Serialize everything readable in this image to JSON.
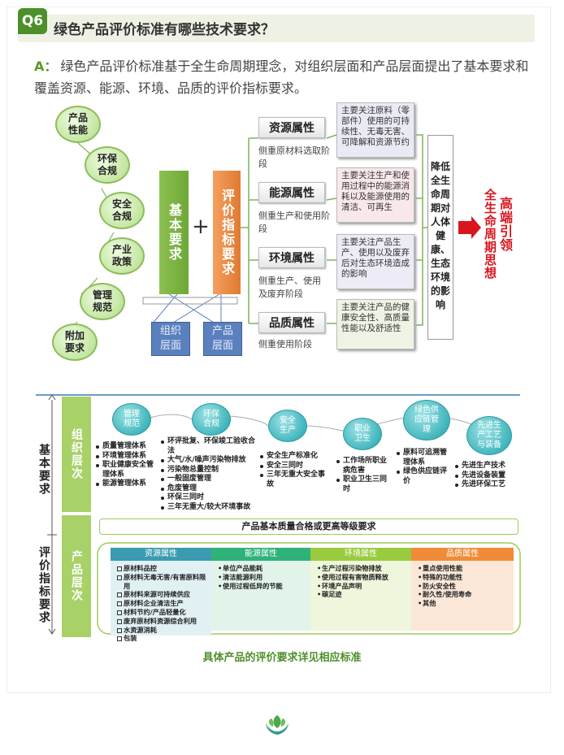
{
  "question": {
    "badge": "Q6",
    "title": "绿色产品评价标准有哪些技术要求？"
  },
  "answer": {
    "label": "A：",
    "text": "绿色产品评价标准基于全生命周期理念，对组织层面和产品层面提出了基本要求和覆盖资源、能源、环境、品质的评价指标要求。"
  },
  "diagram1": {
    "bubbles": [
      "产品\n性能",
      "环保\n合规",
      "安全\n合规",
      "产业\n政策",
      "管理\n规范",
      "附加\n要求"
    ],
    "basic_bar": "基本要求",
    "plus": "+",
    "eval_bar": "评价指标要求",
    "org": "组织\n层面",
    "prod": "产品\n层面",
    "attrs": [
      {
        "name": "资源属性",
        "sub": "侧重原材料选取阶段",
        "note": "主要关注原料（零部件）使用的可持续性、无毒无害、可降解和资源节约",
        "color": "#eaeaf4"
      },
      {
        "name": "能源属性",
        "sub": "侧重生产和使用阶段",
        "note": "主要关注生产和使用过程中的能源消耗以及能源使用的清洁、可再生",
        "color": "#f8e8ea"
      },
      {
        "name": "环境属性",
        "sub": "侧重生产、使用及废弃阶段",
        "note": "主要关注产品生产、使用以及废弃后对生态环境造成的影响",
        "color": "#ecebf6"
      },
      {
        "name": "品质属性",
        "sub": "侧重使用阶段",
        "note": "主要关注产品的健康安全性、高质量性能以及舒适性",
        "color": "#eef4e4"
      }
    ],
    "summary": "降低全生命周期对人体健康、生态环境的影响",
    "red1": "全生命周期思想",
    "red2": "高端引领"
  },
  "diagram2": {
    "left_top": "基本要求",
    "left_bottom": "评价指标要求",
    "strip_top": "组织层次",
    "strip_bottom": "产品层次",
    "cells": [
      "管理\n规范",
      "环保\n合规",
      "安全\n生产",
      "职业\n卫生",
      "绿色供\n应链管\n理",
      "先进生\n产工艺\n与装备"
    ],
    "lists": [
      [
        "质量管理体系",
        "环境管理体系",
        "职业健康安全管理体系",
        "能源管理体系"
      ],
      [
        "环评批复、环保竣工验收合法",
        "大气/水/噪声污染物排放",
        "污染物总量控制",
        "一般固废管理",
        "危废管理",
        "环保三同时",
        "三年无重大/较大环境事故"
      ],
      [
        "安全生产标准化",
        "安全三同时",
        "三年无重大安全事故"
      ],
      [
        "工作场所职业病危害",
        "职业卫生三同时"
      ],
      [
        "原料可追溯管理体系",
        "绿色供应链评价"
      ],
      [
        "先进生产技术",
        "先进设备装置",
        "先进环保工艺"
      ]
    ],
    "quality_bar": "产品基本质量合格或更高等级要求",
    "cols": [
      {
        "title": "资源属性",
        "items": [
          "原材料品控",
          "原材料无毒无害/有害原料限用",
          "原材料来源可持续供应",
          "原材料企业清洁生产",
          "材料节约/产品轻量化",
          "废弃原材料资源综合利用",
          "水资源消耗",
          "包装"
        ],
        "head": "#3b9bb0",
        "body": "#e1f0f3"
      },
      {
        "title": "能源属性",
        "items": [
          "单位产品能耗",
          "清洁能源利用",
          "使用过程低异的节能"
        ],
        "head": "#2eb27a",
        "body": "#e2f4ea"
      },
      {
        "title": "环境属性",
        "items": [
          "生产过程污染物排放",
          "使用过程有害物质释放",
          "环境产品声明",
          "碳足迹"
        ],
        "head": "#9acb3e",
        "body": "#eef6dc"
      },
      {
        "title": "品质属性",
        "items": [
          "重点使用性能",
          "特殊的功能性",
          "防火安全性",
          "耐久性/使用寿命",
          "其他"
        ],
        "head": "#f08c38",
        "body": "#fbe7d8"
      }
    ],
    "caption": "具体产品的评价要求详见相应标准"
  }
}
